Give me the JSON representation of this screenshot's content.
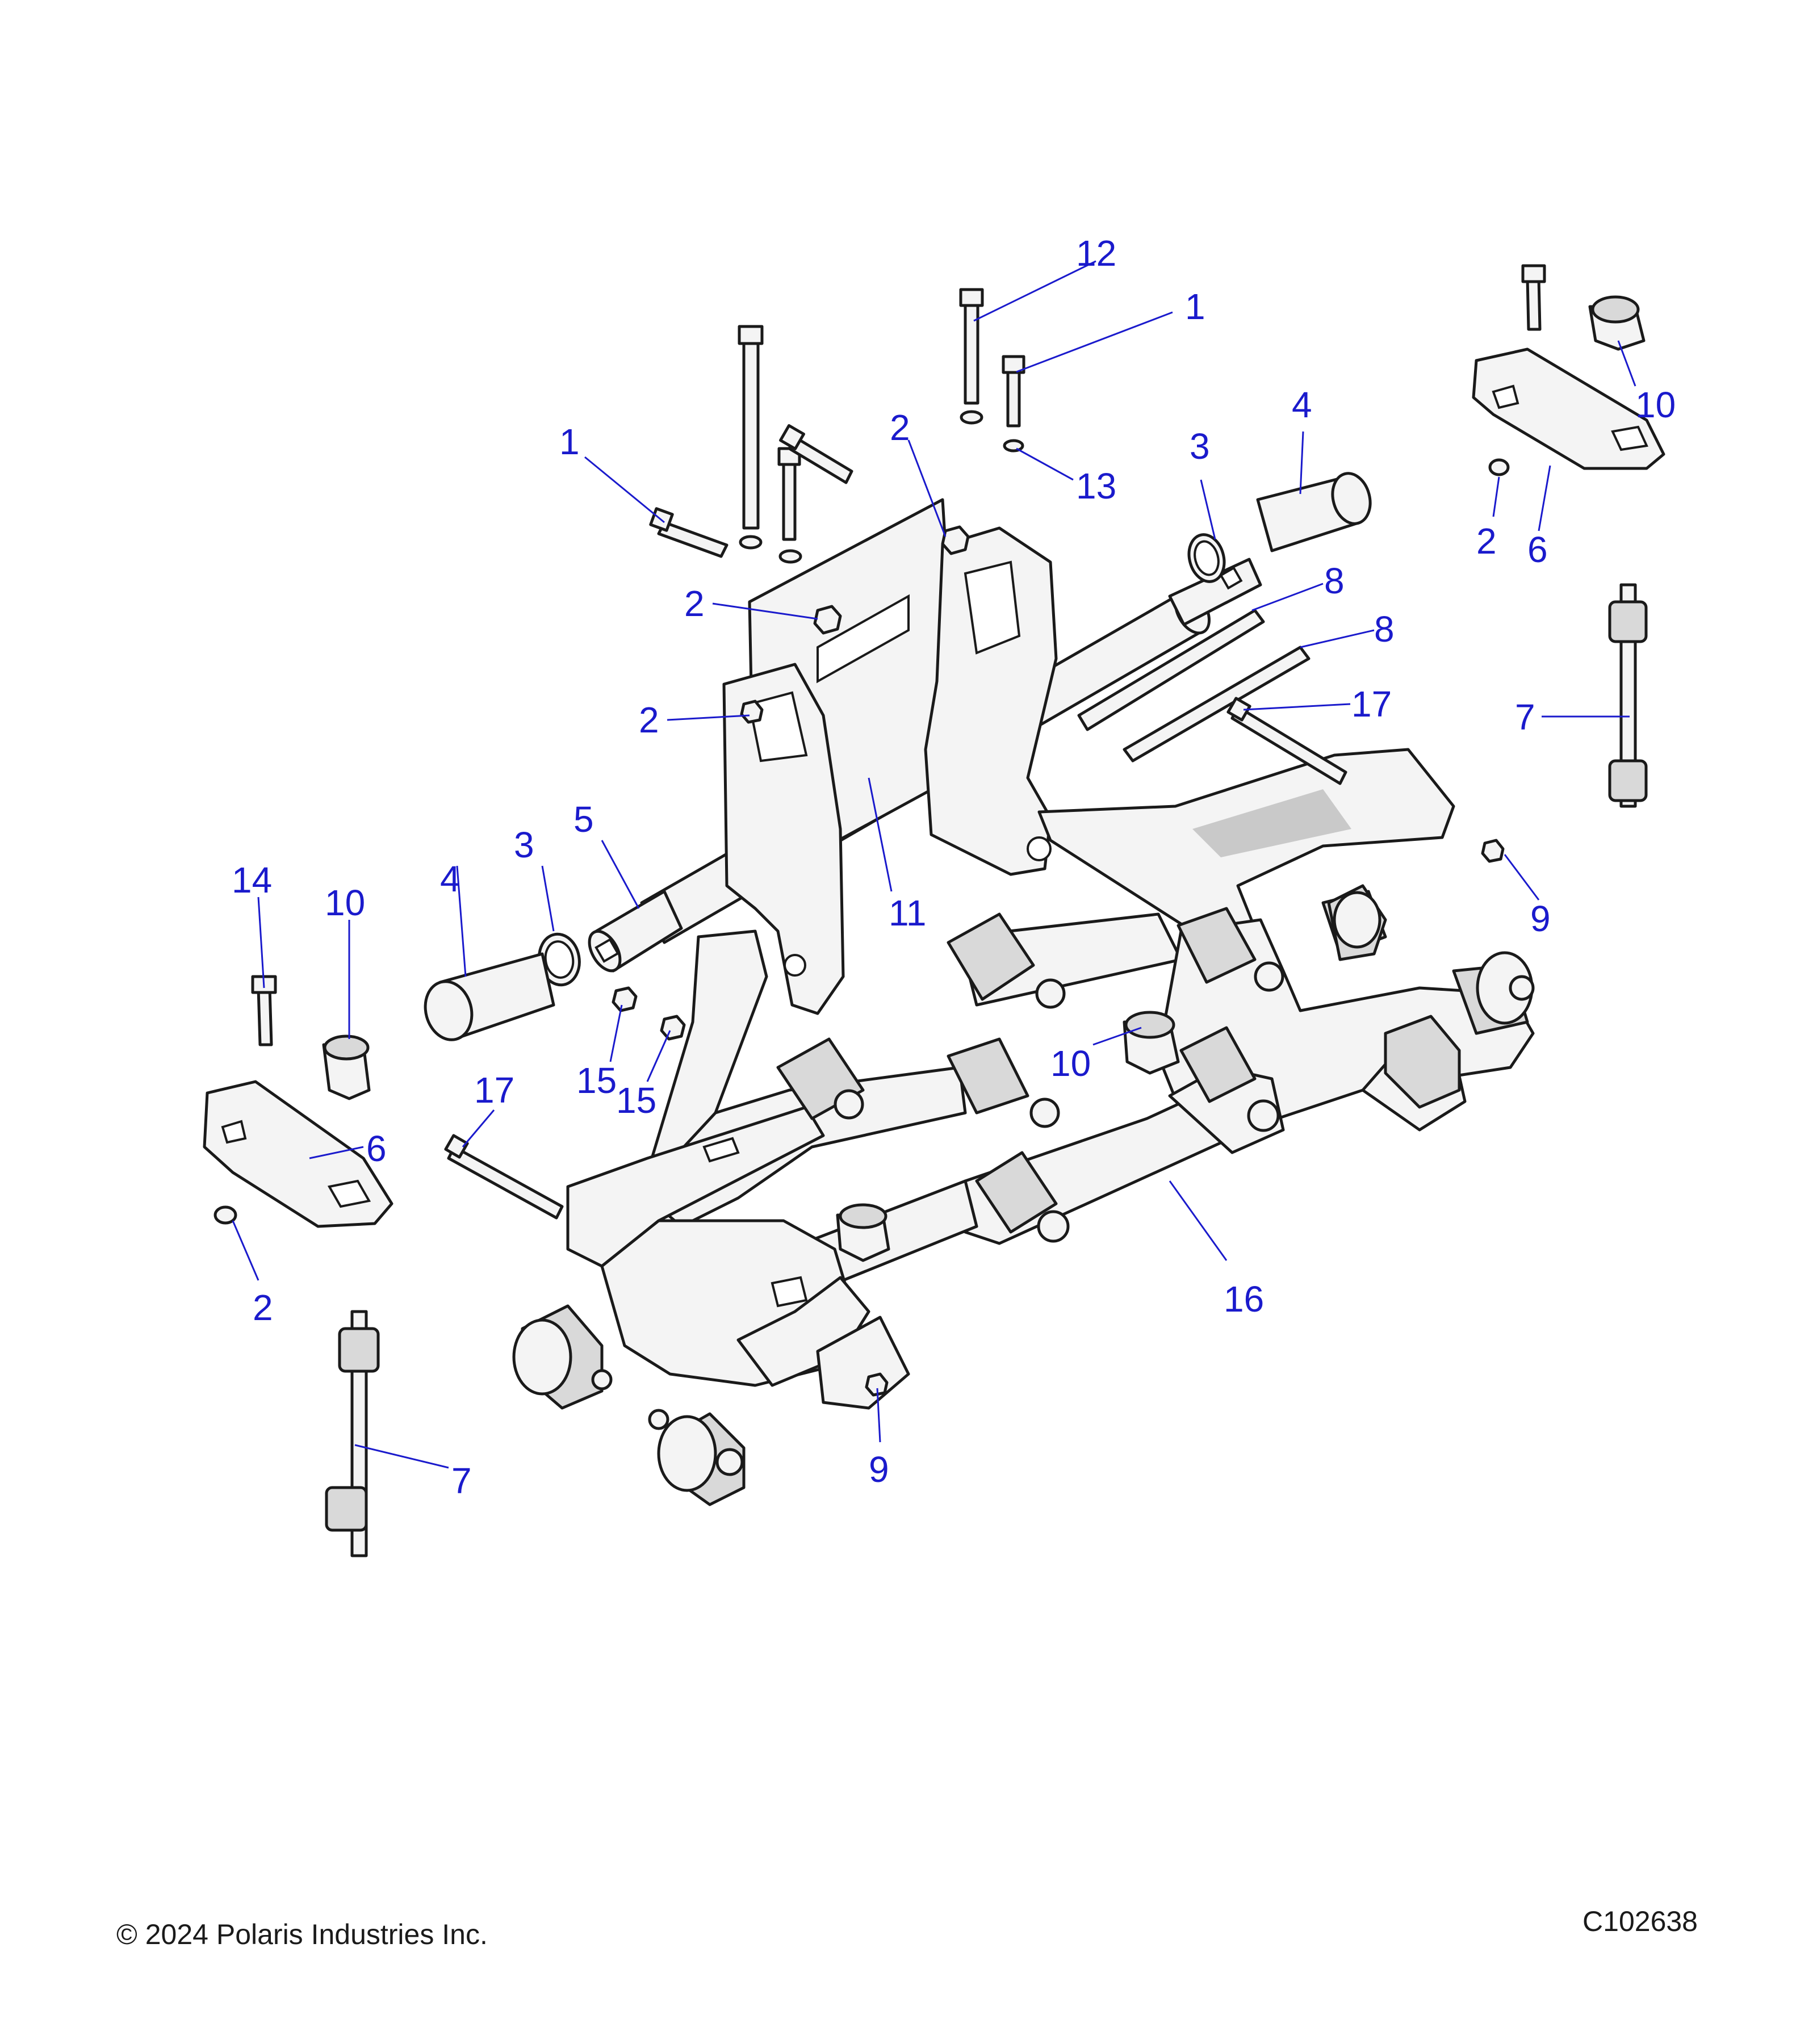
{
  "footer": {
    "copyright": "© 2024 Polaris Industries Inc.",
    "figure_id": "C102638"
  },
  "callouts": [
    {
      "id": "c12",
      "label": "12"
    },
    {
      "id": "c1a",
      "label": "1"
    },
    {
      "id": "c1b",
      "label": "1"
    },
    {
      "id": "c2a",
      "label": "2"
    },
    {
      "id": "c13",
      "label": "13"
    },
    {
      "id": "c3a",
      "label": "3"
    },
    {
      "id": "c4a",
      "label": "4"
    },
    {
      "id": "c10a",
      "label": "10"
    },
    {
      "id": "c2b",
      "label": "2"
    },
    {
      "id": "c6a",
      "label": "6"
    },
    {
      "id": "c2c",
      "label": "2"
    },
    {
      "id": "c8a",
      "label": "8"
    },
    {
      "id": "c8b",
      "label": "8"
    },
    {
      "id": "c17a",
      "label": "17"
    },
    {
      "id": "c7a",
      "label": "7"
    },
    {
      "id": "c2d",
      "label": "2"
    },
    {
      "id": "c5",
      "label": "5"
    },
    {
      "id": "c3b",
      "label": "3"
    },
    {
      "id": "c4b",
      "label": "4"
    },
    {
      "id": "c11",
      "label": "11"
    },
    {
      "id": "c9a",
      "label": "9"
    },
    {
      "id": "c14",
      "label": "14"
    },
    {
      "id": "c10b",
      "label": "10"
    },
    {
      "id": "c15a",
      "label": "15"
    },
    {
      "id": "c15b",
      "label": "15"
    },
    {
      "id": "c10c",
      "label": "10"
    },
    {
      "id": "c17b",
      "label": "17"
    },
    {
      "id": "c6b",
      "label": "6"
    },
    {
      "id": "c16",
      "label": "16"
    },
    {
      "id": "c2e",
      "label": "2"
    },
    {
      "id": "c7b",
      "label": "7"
    },
    {
      "id": "c9b",
      "label": "9"
    }
  ]
}
